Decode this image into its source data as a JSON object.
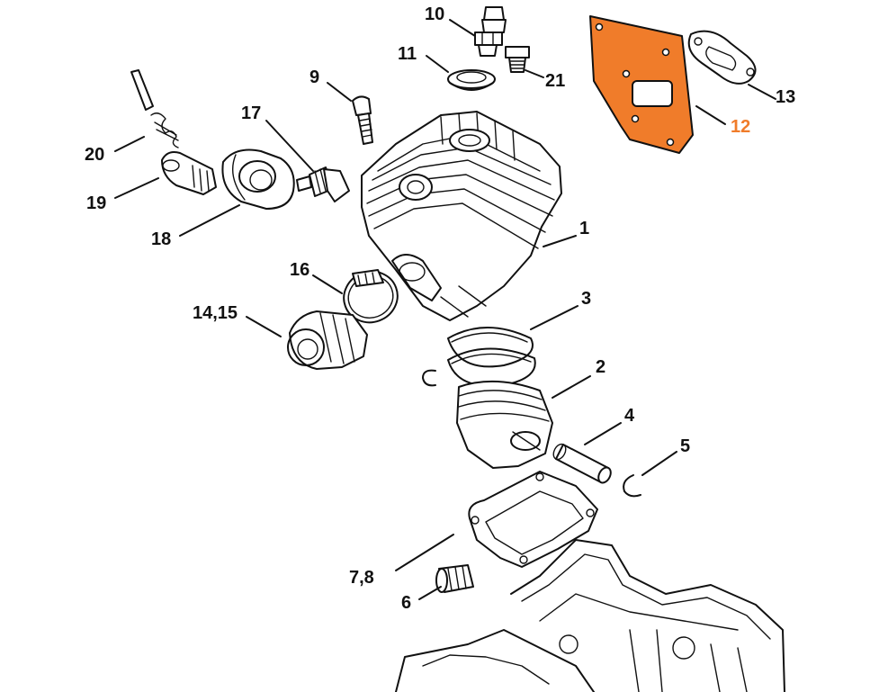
{
  "colors": {
    "highlight": "#f07c2a",
    "line": "#111111",
    "background": "#ffffff"
  },
  "highlighted_part": "12",
  "labels": {
    "p1": "1",
    "p2": "2",
    "p3": "3",
    "p4": "4",
    "p5": "5",
    "p6": "6",
    "p7_8": "7,8",
    "p9": "9",
    "p10": "10",
    "p11": "11",
    "p12": "12",
    "p13": "13",
    "p14_15": "14,15",
    "p16": "16",
    "p17": "17",
    "p18": "18",
    "p19": "19",
    "p20": "20",
    "p21": "21"
  }
}
